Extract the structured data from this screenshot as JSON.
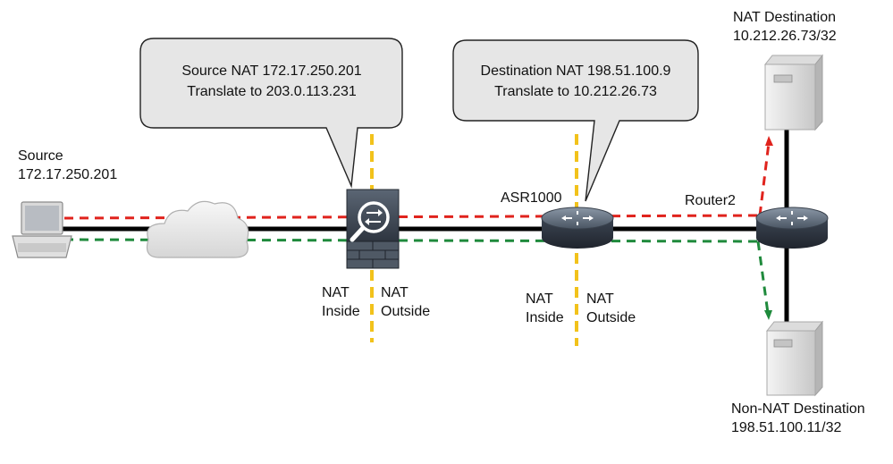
{
  "source": {
    "title": "Source",
    "address": "172.17.250.201"
  },
  "firewall_callout": {
    "line1": "Source NAT 172.17.250.201",
    "line2": "Translate to 203.0.113.231"
  },
  "asr_callout": {
    "line1": "Destination NAT 198.51.100.9",
    "line2": "Translate to 10.212.26.73"
  },
  "asr1000": {
    "label": "ASR1000"
  },
  "router2": {
    "label": "Router2"
  },
  "nat_destination": {
    "title": "NAT Destination",
    "address": "10.212.26.73/32"
  },
  "non_nat_destination": {
    "title": "Non-NAT Destination",
    "address": "198.51.100.11/32"
  },
  "fw_boundary": {
    "nat": "NAT",
    "inside": "Inside",
    "outside": "Outside"
  },
  "asr_boundary": {
    "nat": "NAT",
    "inside": "Inside",
    "outside": "Outside"
  },
  "colors": {
    "red_path": "#e0231d",
    "green_path": "#1f8a3c",
    "boundary": "#f2c21b",
    "link": "#000000",
    "bubble_fill": "#e6e6e6"
  }
}
